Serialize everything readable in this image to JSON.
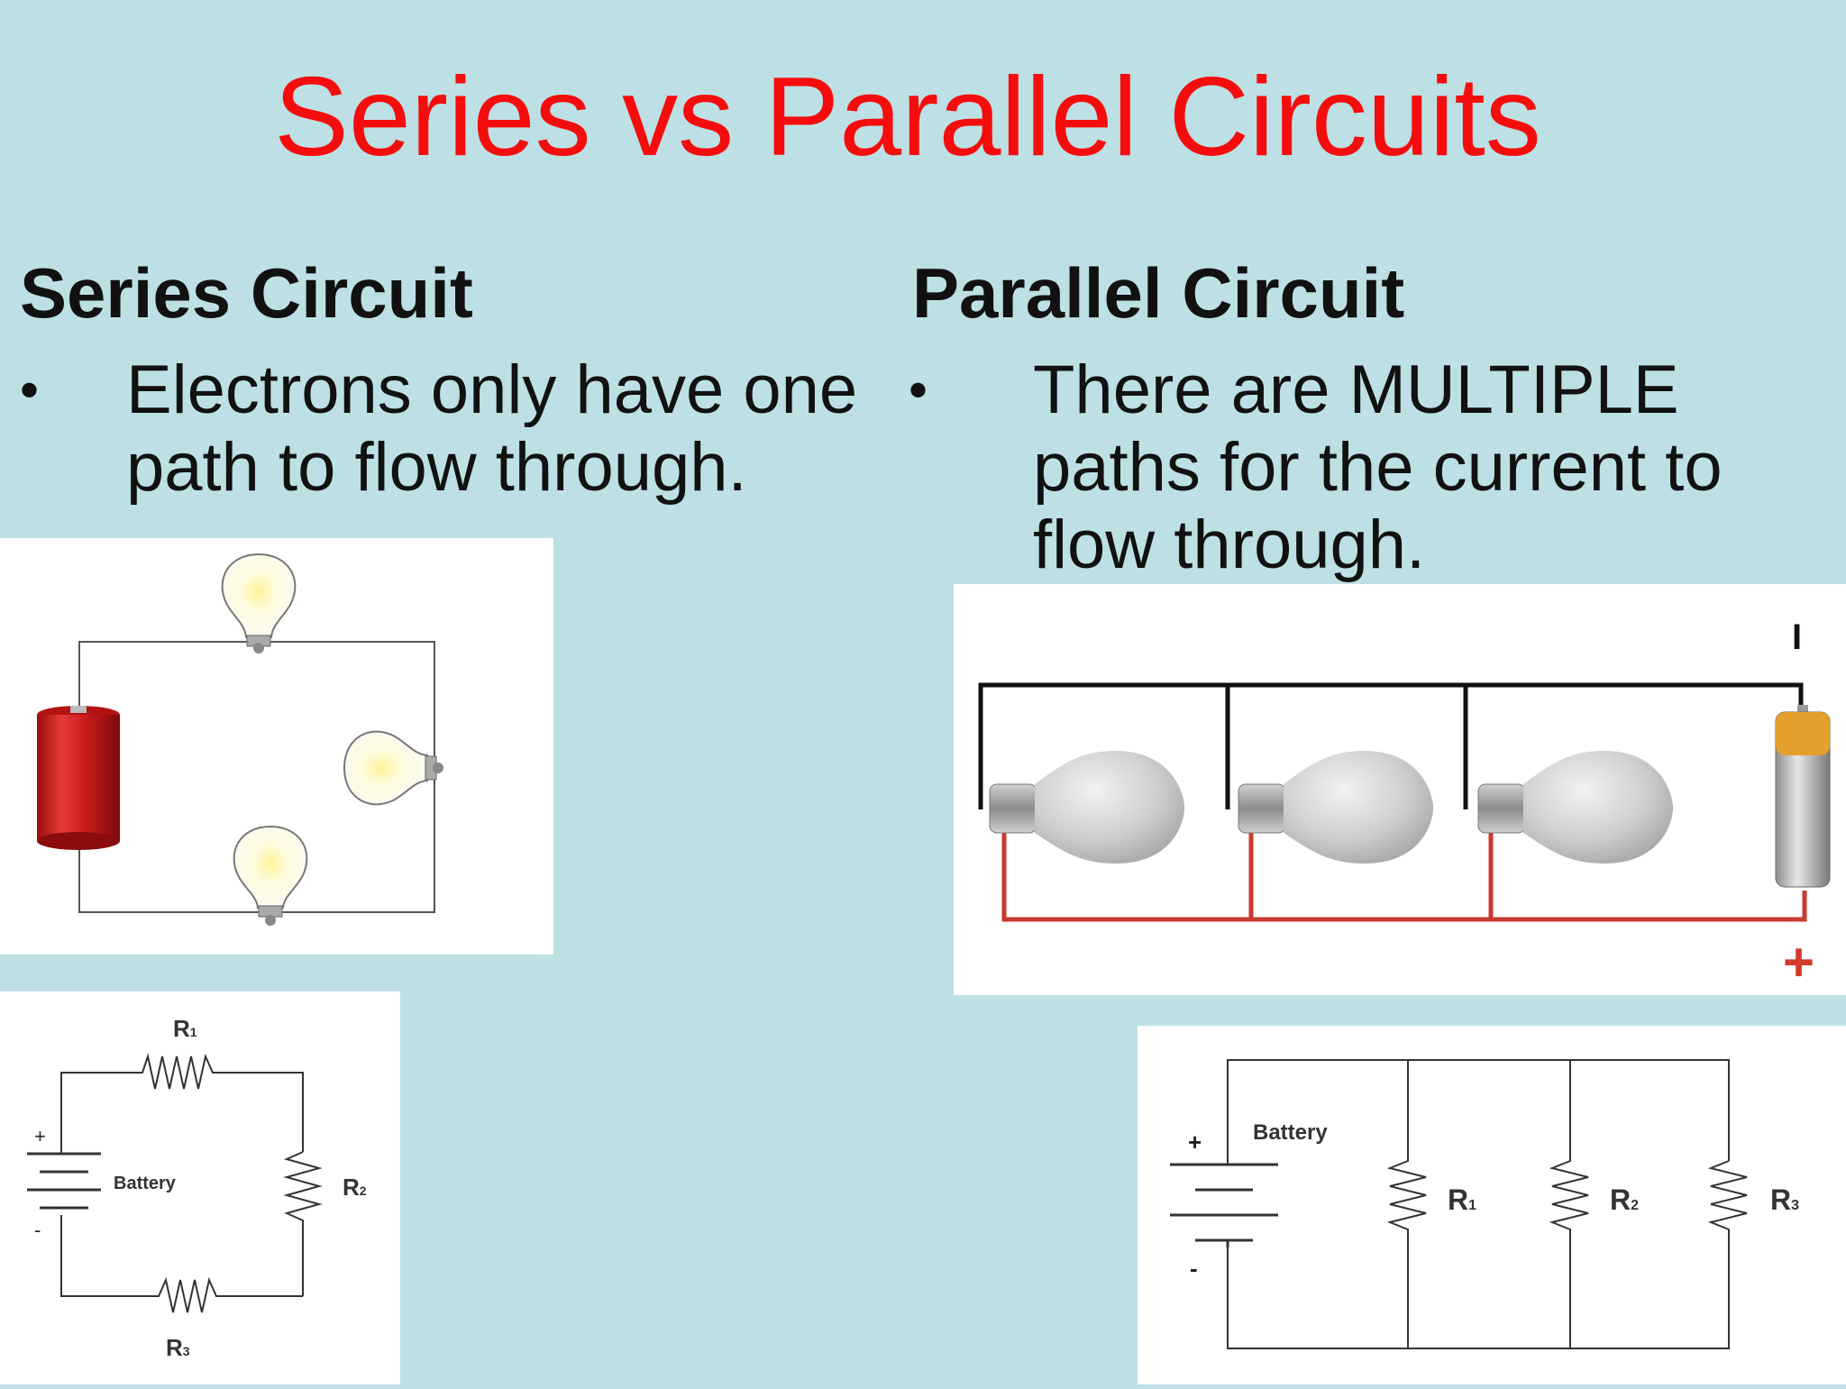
{
  "title": "Series vs Parallel Circuits",
  "series": {
    "heading": "Series Circuit",
    "bullet_symbol": "•",
    "bullet_line1": "Electrons only have one",
    "bullet_line2": "path to flow through.",
    "schematic": {
      "r1": "R",
      "r1_sub": "1",
      "r2": "R",
      "r2_sub": "2",
      "r3": "R",
      "r3_sub": "3",
      "battery": "Battery",
      "plus": "+",
      "minus": "-"
    }
  },
  "parallel": {
    "heading": "Parallel Circuit",
    "bullet_symbol": "•",
    "bullet_line1": "There are MULTIPLE",
    "bullet_line2": "paths for the current to",
    "bullet_line3": "flow through.",
    "pictorial": {
      "minus": "I",
      "plus": "+"
    },
    "schematic": {
      "battery": "Battery",
      "plus": "+",
      "minus": "-",
      "r1": "R",
      "r1_sub": "1",
      "r2": "R",
      "r2_sub": "2",
      "r3": "R",
      "r3_sub": "3"
    }
  },
  "colors": {
    "background": "#bde0e4",
    "title": "#f50d0d",
    "panel": "#ffffff",
    "wire_black": "#111111",
    "wire_red": "#c83a2e",
    "battery_red": "#d21a1a"
  }
}
